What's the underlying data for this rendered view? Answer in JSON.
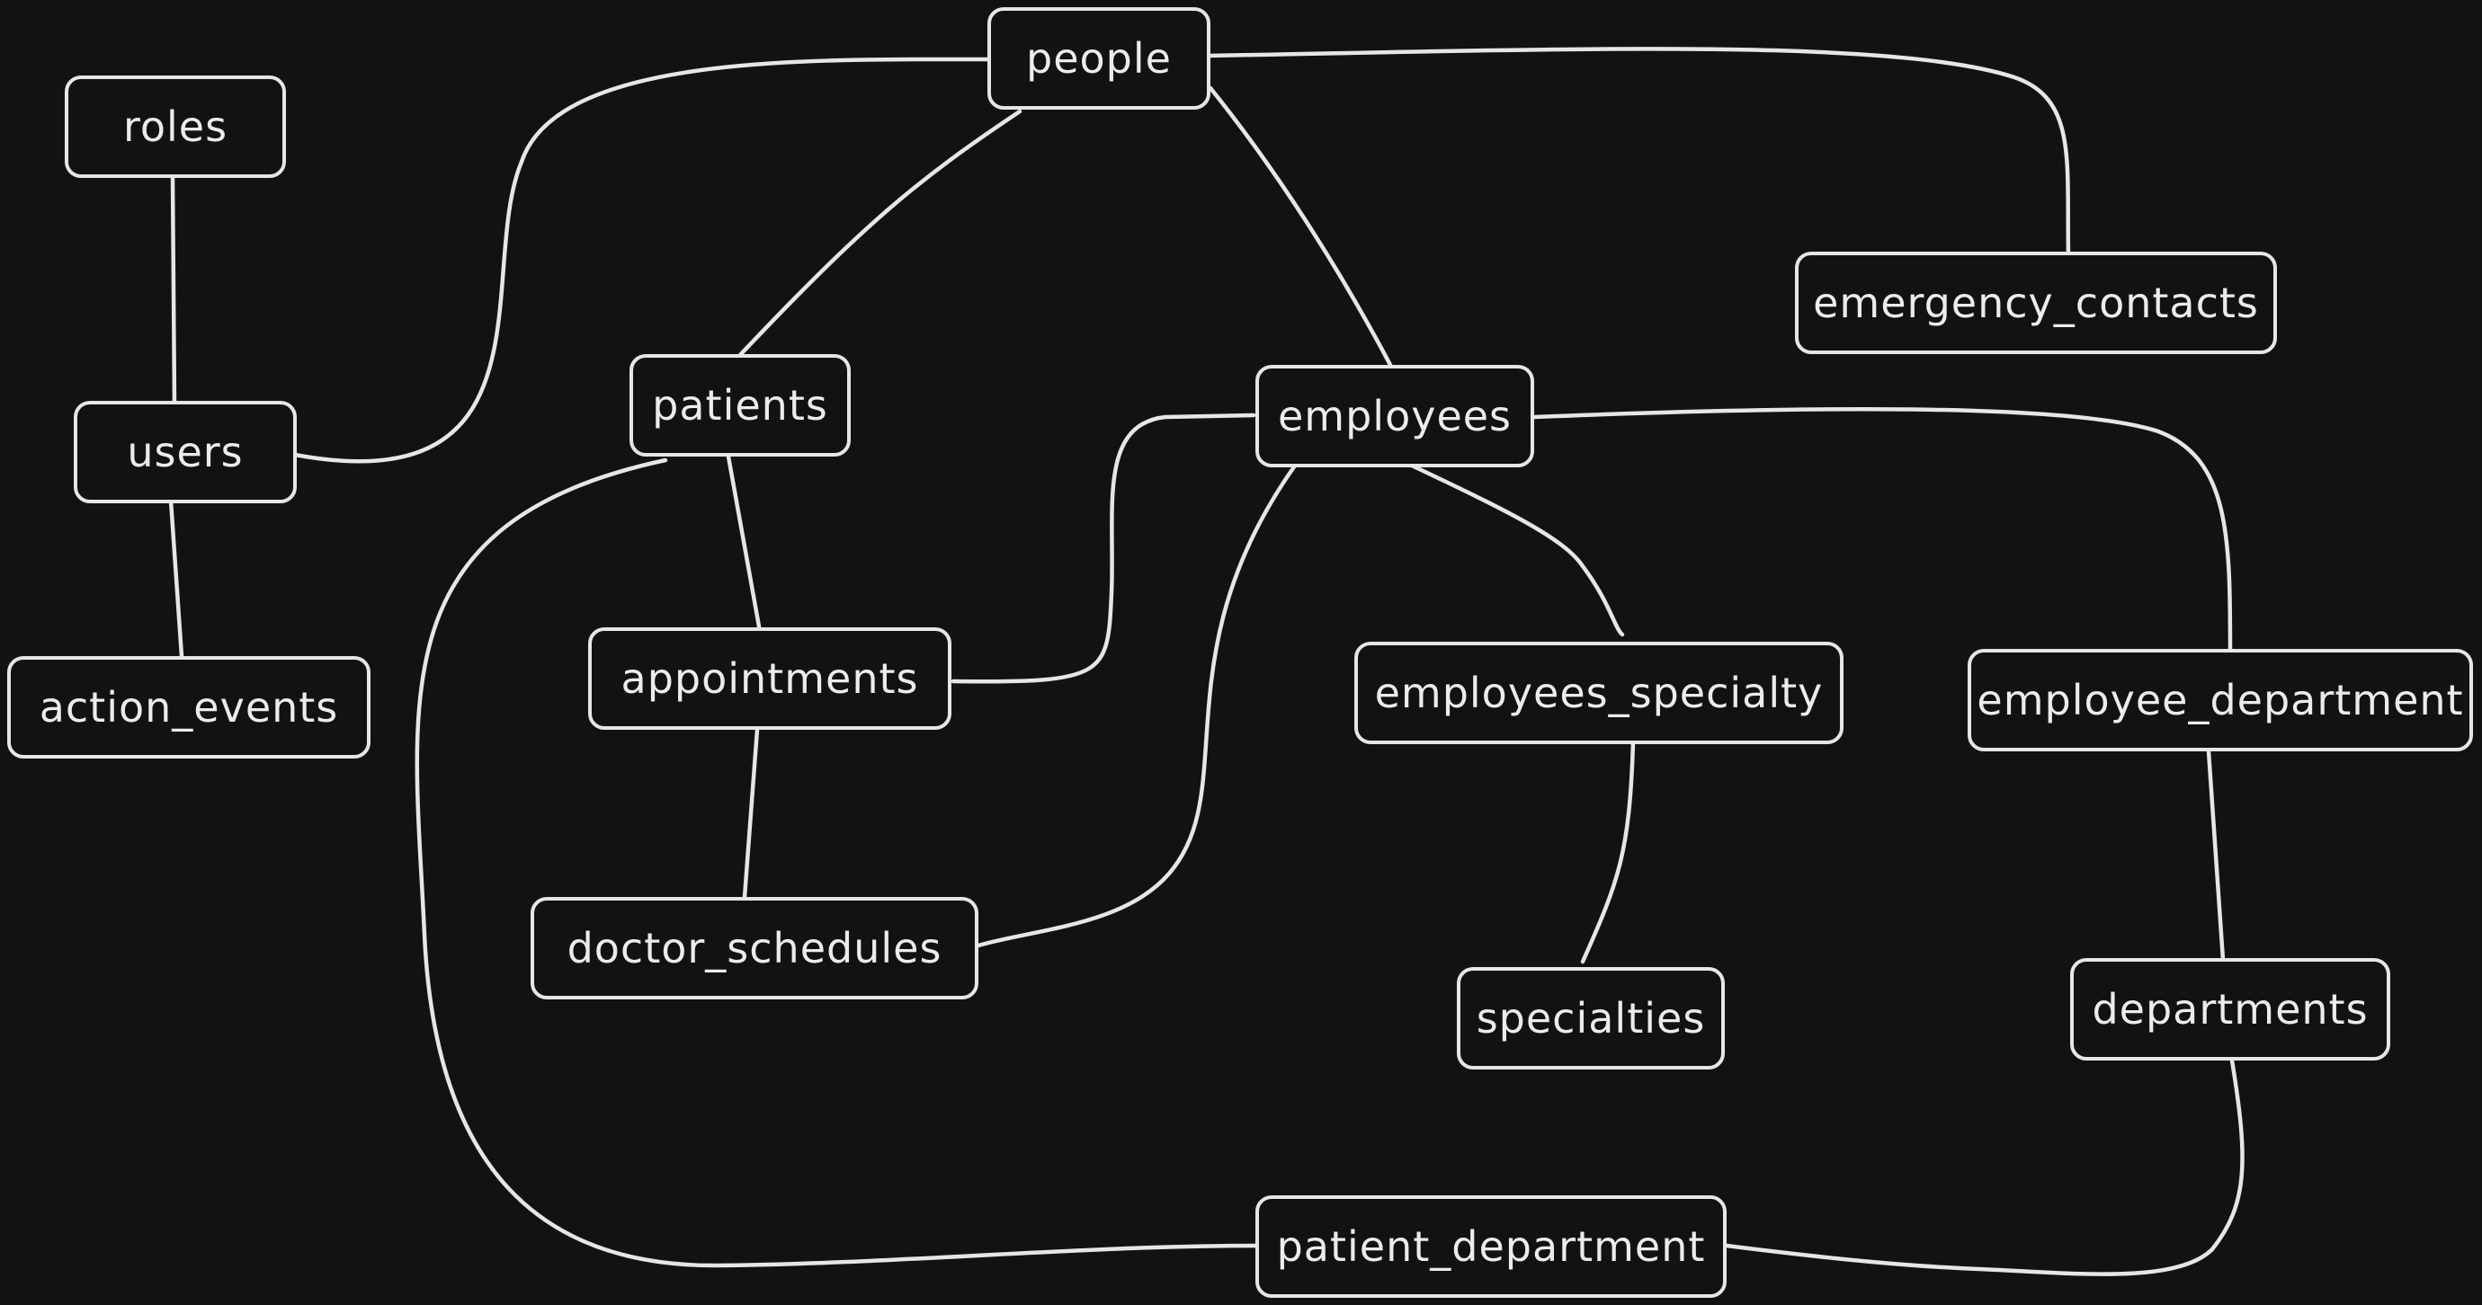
{
  "nodes": {
    "people": "people",
    "roles": "roles",
    "users": "users",
    "action_events": "action_events",
    "patients": "patients",
    "employees": "employees",
    "emergency_contacts": "emergency_contacts",
    "appointments": "appointments",
    "doctor_schedules": "doctor_schedules",
    "employees_specialty": "employees_specialty",
    "specialties": "specialties",
    "employee_department": "employee_department",
    "departments": "departments",
    "patient_department": "patient_department"
  },
  "edges": [
    [
      "roles",
      "users"
    ],
    [
      "users",
      "action_events"
    ],
    [
      "users",
      "people"
    ],
    [
      "people",
      "patients"
    ],
    [
      "people",
      "employees"
    ],
    [
      "people",
      "emergency_contacts"
    ],
    [
      "patients",
      "appointments"
    ],
    [
      "patients",
      "patient_department"
    ],
    [
      "appointments",
      "employees"
    ],
    [
      "appointments",
      "doctor_schedules"
    ],
    [
      "employees",
      "doctor_schedules"
    ],
    [
      "employees",
      "employees_specialty"
    ],
    [
      "employees_specialty",
      "specialties"
    ],
    [
      "employees",
      "employee_department"
    ],
    [
      "employee_department",
      "departments"
    ],
    [
      "departments",
      "patient_department"
    ]
  ],
  "colors": {
    "background": "#121212",
    "stroke": "#e6e6e6",
    "text": "#ececec"
  }
}
